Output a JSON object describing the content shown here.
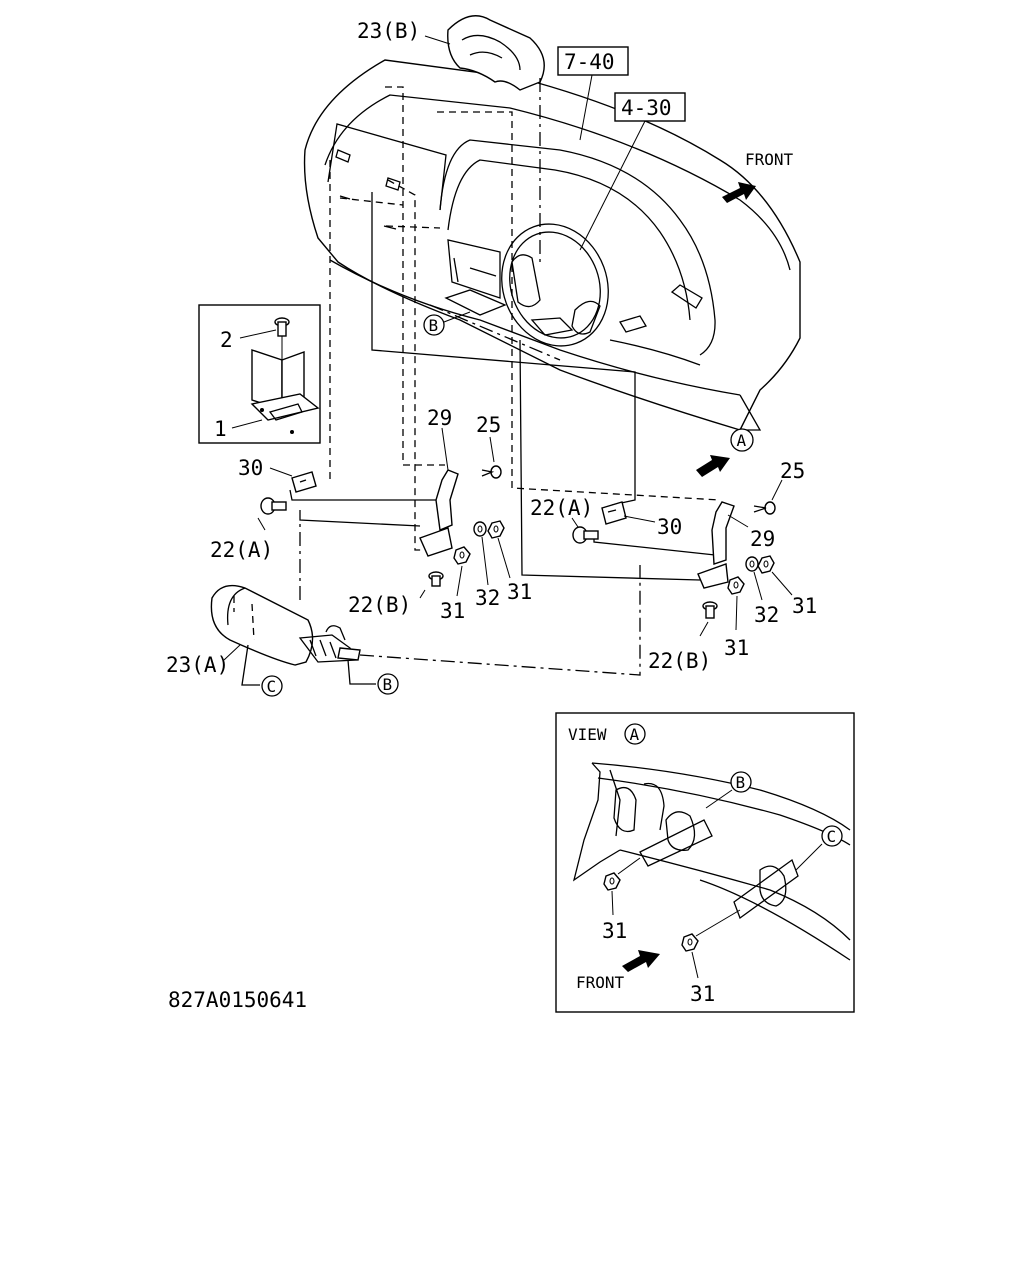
{
  "diagram": {
    "callouts": {
      "c23b": "23(B)",
      "c23a": "23(A)",
      "c2": "2",
      "c1": "1",
      "c30_left": "30",
      "c30_right": "30",
      "c29_left": "29",
      "c29_right": "29",
      "c25_left": "25",
      "c25_right": "25",
      "c22a_left": "22(A)",
      "c22a_right": "22(A)",
      "c22b_left": "22(B)",
      "c22b_right": "22(B)",
      "c31_a": "31",
      "c31_b": "31",
      "c31_c": "31",
      "c31_d": "31",
      "c32_left": "32",
      "c32_right": "32"
    },
    "refs": {
      "ref_7_40": "7-40",
      "ref_4_30": "4-30"
    },
    "front_label": "FRONT",
    "markers": {
      "A": "A",
      "B": "B",
      "C": "C"
    },
    "part_number": "827A0150641"
  },
  "view_a": {
    "title": "VIEW",
    "marker": "A",
    "front_label": "FRONT",
    "marker_b": "B",
    "marker_c": "C",
    "nut_1": "31",
    "nut_2": "31"
  }
}
